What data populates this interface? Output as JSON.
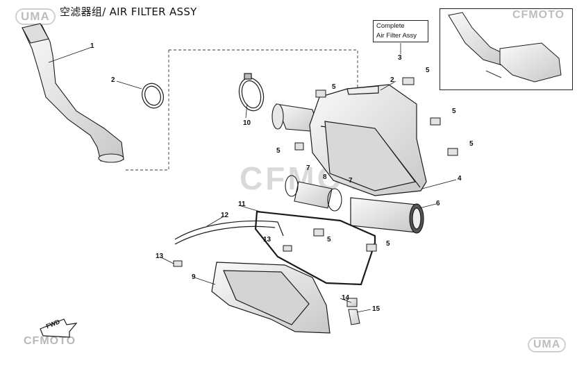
{
  "title": "空滤器组/ AIR FILTER ASSY",
  "brands": {
    "uma": "UMA",
    "cfmoto": "CFMOTO"
  },
  "assembly_box": {
    "line1": "Complete",
    "line2": "Air Filter Assy"
  },
  "fwd_label": "FWD",
  "callouts": [
    "1",
    "2",
    "2",
    "3",
    "4",
    "5",
    "5",
    "5",
    "5",
    "5",
    "5",
    "5",
    "6",
    "7",
    "7",
    "8",
    "9",
    "10",
    "11",
    "12",
    "13",
    "13",
    "14",
    "15"
  ],
  "colors": {
    "line": "#1a1a1a",
    "part_fill": "#f2f2f2",
    "shade": "#bdbdbd",
    "watermark": "#d9d9d9"
  }
}
